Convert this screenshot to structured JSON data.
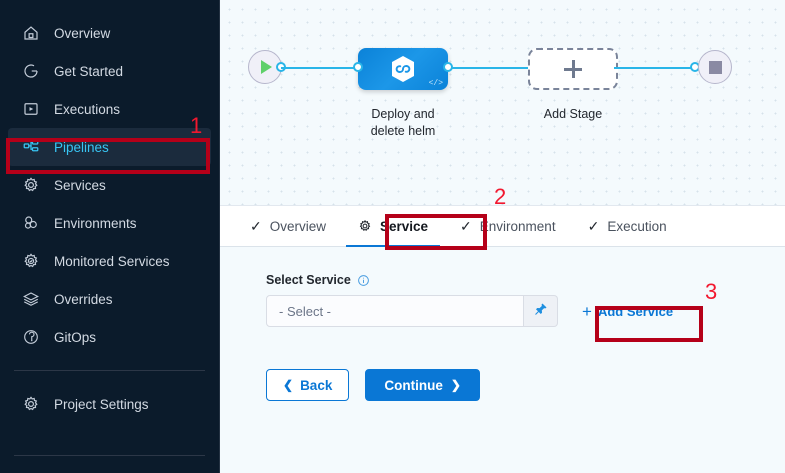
{
  "sidebar": {
    "items": [
      {
        "label": "Overview",
        "icon": "home-icon",
        "active": false
      },
      {
        "label": "Get Started",
        "icon": "get-started-icon",
        "active": false
      },
      {
        "label": "Executions",
        "icon": "executions-icon",
        "active": false
      },
      {
        "label": "Pipelines",
        "icon": "pipelines-icon",
        "active": true
      },
      {
        "label": "Services",
        "icon": "gear-icon",
        "active": false
      },
      {
        "label": "Environments",
        "icon": "environments-icon",
        "active": false
      },
      {
        "label": "Monitored Services",
        "icon": "monitored-services-icon",
        "active": false
      },
      {
        "label": "Overrides",
        "icon": "layers-icon",
        "active": false
      },
      {
        "label": "GitOps",
        "icon": "gitops-icon",
        "active": false
      }
    ],
    "settings": {
      "label": "Project Settings",
      "icon": "gear-icon"
    },
    "active_color": "#38c6f4",
    "background": "#0b1b2b"
  },
  "canvas": {
    "start_node": "play-icon",
    "end_node": "stop-icon",
    "stage": {
      "label": "Deploy and\ndelete helm",
      "label_line1": "Deploy and",
      "label_line2": "delete helm",
      "icon": "helm-hexagon-icon",
      "code_badge": "</>",
      "color": "#0b82d8"
    },
    "add_stage": {
      "label": "Add Stage",
      "icon": "plus-icon"
    },
    "wire_color": "#29b5e8"
  },
  "tabs": [
    {
      "label": "Overview",
      "icon": "check-icon",
      "active": false
    },
    {
      "label": "Service",
      "icon": "gear-icon",
      "active": true
    },
    {
      "label": "Environment",
      "icon": "check-icon",
      "active": false
    },
    {
      "label": "Execution",
      "icon": "check-icon",
      "active": false
    }
  ],
  "form": {
    "select_service": {
      "label": "Select Service",
      "info_icon": "info-icon",
      "value": "- Select -",
      "placeholder": "- Select -",
      "pin_icon": "pin-icon"
    },
    "add_service": {
      "label": "Add Service",
      "icon": "plus-icon"
    },
    "back_button": {
      "label": "Back",
      "icon": "chevron-left-icon"
    },
    "continue_button": {
      "label": "Continue",
      "icon": "chevron-right-icon"
    }
  },
  "annotations": [
    {
      "number": "1",
      "target": "sidebar-item-pipelines"
    },
    {
      "number": "2",
      "target": "tab-service"
    },
    {
      "number": "3",
      "target": "add-service-button"
    }
  ],
  "colors": {
    "accent_blue": "#0a77d5",
    "annotation_red": "#b50019",
    "annotation_number_red": "#f2182f"
  }
}
